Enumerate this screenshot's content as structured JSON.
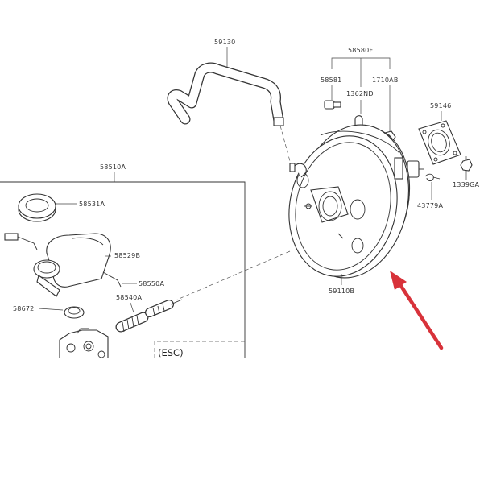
{
  "labels": {
    "hose": "59130",
    "bracket_group": "58580F",
    "bolt": "58581",
    "nut_a": "1710AB",
    "clip": "1362ND",
    "gasket": "59146",
    "gasket_bolt": "1339GA",
    "pin": "43779A",
    "master_group": "58510A",
    "cap": "58531A",
    "reservoir": "58529B",
    "grommet_a": "58550A",
    "grommet_b": "58540A",
    "seal": "58672",
    "booster": "59110B",
    "esc": "(ESC)"
  },
  "colors": {
    "line": "#333333",
    "arrow": "#d8323a",
    "background": "#ffffff"
  }
}
